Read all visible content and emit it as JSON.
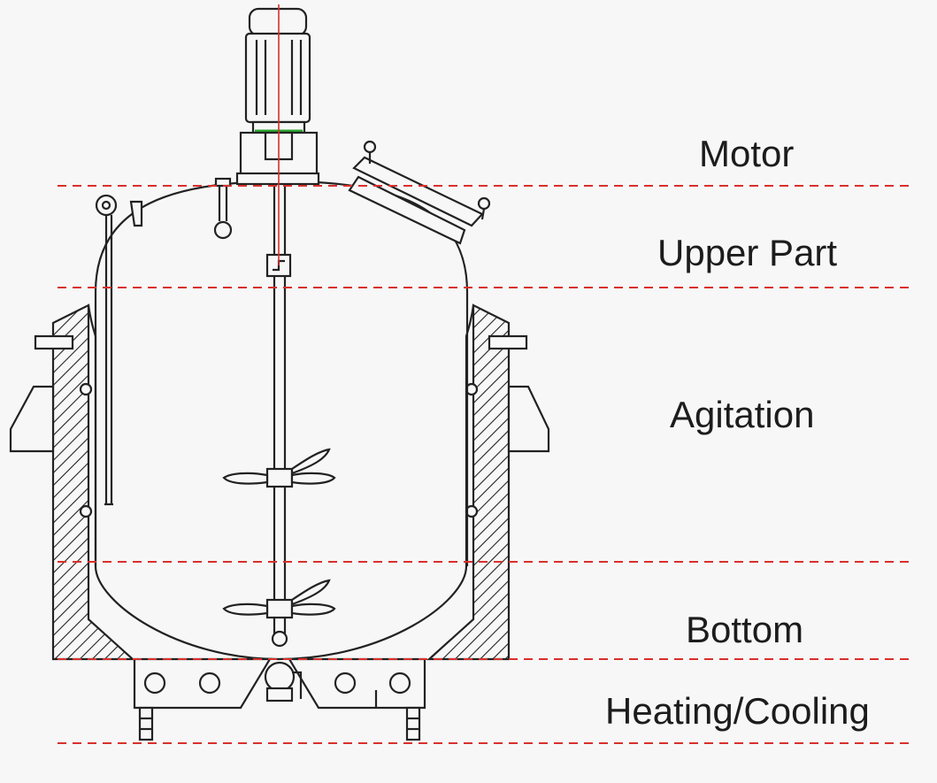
{
  "diagram": {
    "sections": [
      {
        "id": "motor",
        "label": "Motor"
      },
      {
        "id": "upper",
        "label": "Upper Part"
      },
      {
        "id": "agitation",
        "label": "Agitation"
      },
      {
        "id": "bottom",
        "label": "Bottom"
      },
      {
        "id": "heating",
        "label": "Heating/Cooling"
      }
    ],
    "colors": {
      "divider_line": "#d8302c",
      "outline": "#222222",
      "background": "#f7f7f7"
    }
  }
}
